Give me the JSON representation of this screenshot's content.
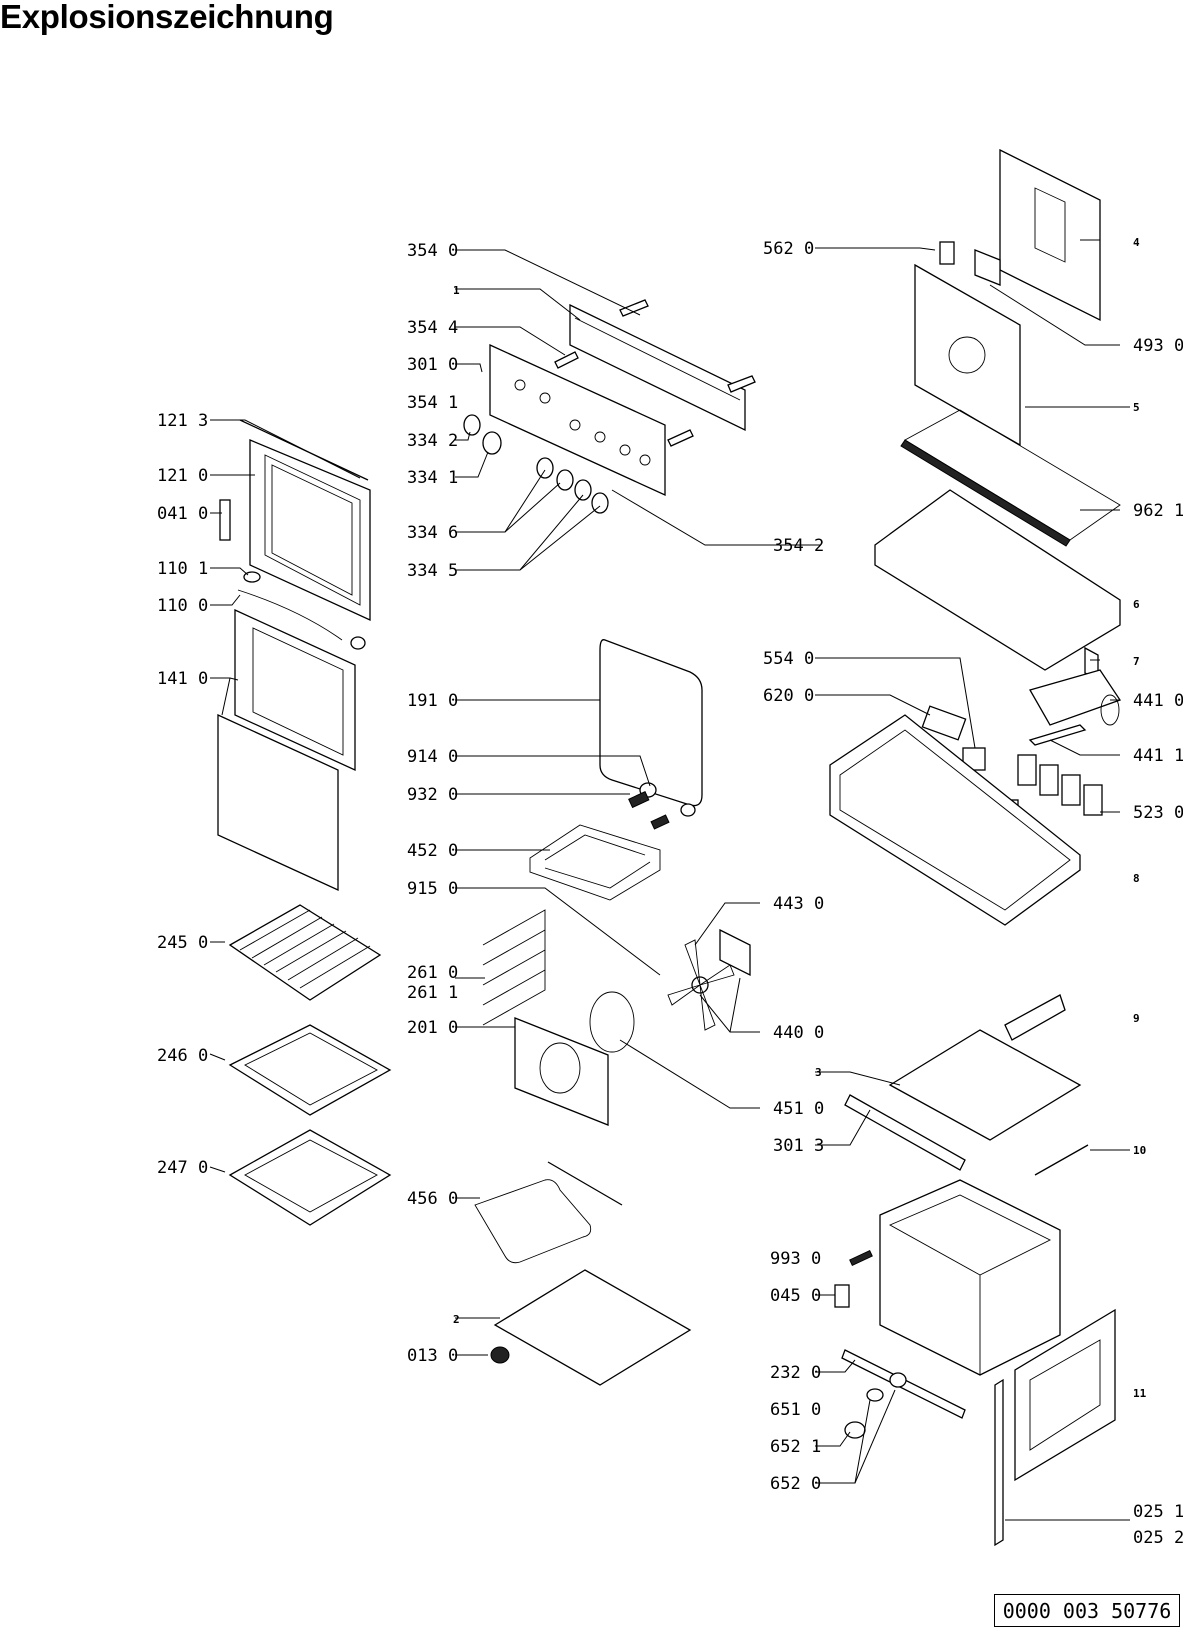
{
  "title": "Explosionszeichnung",
  "doc_number": "0000 003 50776",
  "labels": {
    "l354_0": "354 0",
    "l1": "1",
    "l354_4": "354 4",
    "l301_0": "301 0",
    "l354_1": "354 1",
    "l334_2": "334 2",
    "l334_1": "334 1",
    "l334_6": "334 6",
    "l334_5": "334 5",
    "l354_2": "354 2",
    "l121_3": "121 3",
    "l121_0": "121 0",
    "l041_0": "041 0",
    "l110_1": "110 1",
    "l110_0": "110 0",
    "l141_0": "141 0",
    "l191_0": "191 0",
    "l914_0": "914 0",
    "l932_0": "932 0",
    "l452_0": "452 0",
    "l915_0": "915 0",
    "l443_0": "443 0",
    "l245_0": "245 0",
    "l261_0": "261 0",
    "l261_1": "261 1",
    "l201_0": "201 0",
    "l440_0": "440 0",
    "l246_0": "246 0",
    "l451_0": "451 0",
    "l247_0": "247 0",
    "l456_0": "456 0",
    "l2": "2",
    "l013_0": "013 0",
    "l562_0": "562 0",
    "l4": "4",
    "l493_0": "493 0",
    "l5": "5",
    "l962_1": "962 1",
    "l6": "6",
    "l7": "7",
    "l554_0": "554 0",
    "l620_0": "620 0",
    "l441_0": "441 0",
    "l441_1": "441 1",
    "l523_0": "523 0",
    "l8": "8",
    "l9": "9",
    "l3": "3",
    "l301_3": "301 3",
    "l10": "10",
    "l993_0": "993 0",
    "l045_0": "045 0",
    "l232_0": "232 0",
    "l651_0": "651 0",
    "l652_1": "652 1",
    "l652_0": "652 0",
    "l11": "11",
    "l025_1": "025 1",
    "l025_2": "025 2"
  }
}
